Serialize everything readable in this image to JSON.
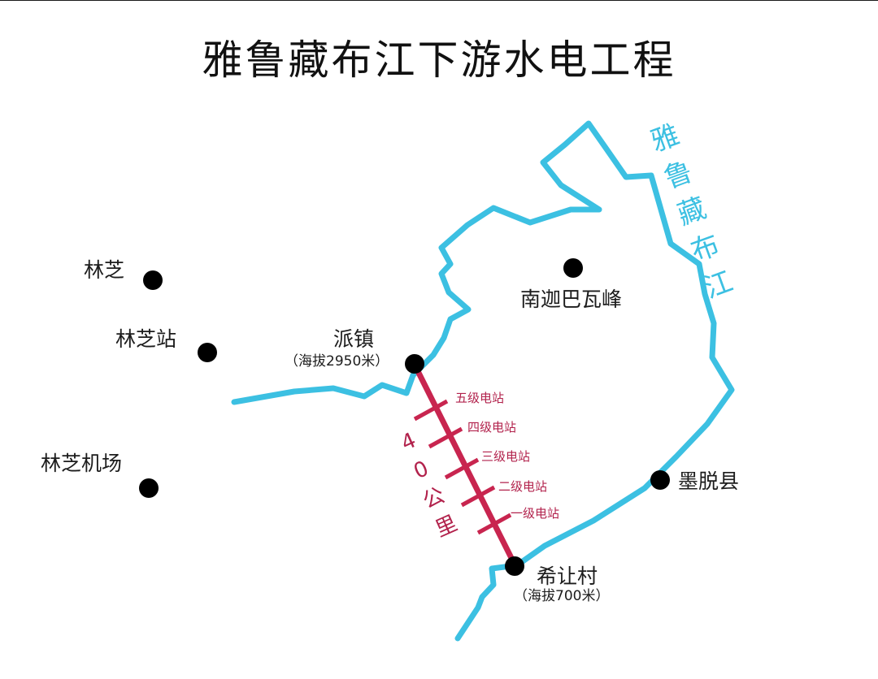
{
  "title": "雅鲁藏布江下游水电工程",
  "colors": {
    "river": "#3cc0e2",
    "line": "#c8254f",
    "label_red": "#b2224c",
    "dot": "#000000"
  },
  "river_name": [
    "雅",
    "鲁",
    "藏",
    "布",
    "江"
  ],
  "distance_text": [
    "4",
    "0",
    "公",
    "里"
  ],
  "places": [
    {
      "name": "林芝"
    },
    {
      "name": "林芝站"
    },
    {
      "name": "林芝机场"
    },
    {
      "name": "南迦巴瓦峰"
    },
    {
      "name": "派镇",
      "elevation": "（海拔2950米）"
    },
    {
      "name": "墨脱县"
    },
    {
      "name": "希让村",
      "elevation": "（海拔700米）"
    }
  ],
  "stations": [
    "五级电站",
    "四级电站",
    "三级电站",
    "二级电站",
    "一级电站"
  ]
}
